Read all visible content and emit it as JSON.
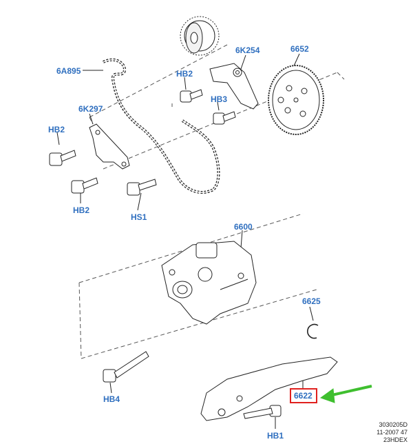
{
  "parts": {
    "p6A895": "6A895",
    "p6K297": "6K297",
    "p6K254": "6K254",
    "p6652": "6652",
    "hb2_a": "HB2",
    "hb3": "HB3",
    "hb2_b": "HB2",
    "hb2_c": "HB2",
    "hs1": "HS1",
    "p6600": "6600",
    "p6625": "6625",
    "hb4": "HB4",
    "p6622": "6622",
    "hb1": "HB1"
  },
  "highlight": {
    "part": "6622",
    "box_color": "#e0201e",
    "arrow_color": "#3fbf2f"
  },
  "reference": {
    "line1": "3030205D",
    "line2": "11-2007 47",
    "line3": "23HDEX"
  },
  "colors": {
    "label": "#2f6fbf",
    "line": "#222222"
  }
}
